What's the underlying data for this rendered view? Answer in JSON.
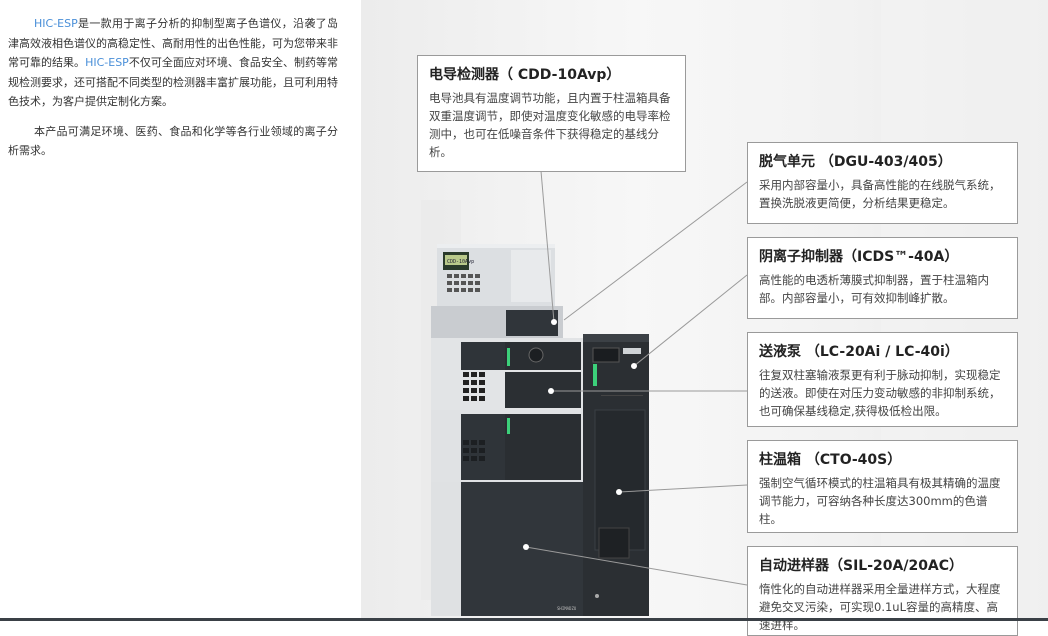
{
  "intro": {
    "p1_brand": "HIC-ESP",
    "p1_a": "是一款用于离子分析的抑制型离子色谱仪，沿袭了岛津高效液相色谱仪的高稳定性、高耐用性的出色性能，可为您带来非常可靠的结果。",
    "p1_brand2": "HIC-ESP",
    "p1_b": "不仅可全面应对环境、食品安全、制药等常规检测要求，还可搭配不同类型的检测器丰富扩展功能，且可利用特色技术，为客户提供定制化方案。",
    "p2": "本产品可满足环境、医药、食品和化学等各行业领域的离子分析需求。"
  },
  "callouts": [
    {
      "title": "电导检测器（ CDD-10Avp）",
      "desc": "电导池具有温度调节功能，且内置于柱温箱具备双重温度调节，即使对温度变化敏感的电导率检测中，也可在低噪音条件下获得稳定的基线分析。"
    },
    {
      "title": "脱气单元 （DGU-403/405）",
      "desc": "采用内部容量小，具备高性能的在线脱气系统，置换洗脱液更简便，分析结果更稳定。"
    },
    {
      "title": "阴离子抑制器（ICDS™-40A）",
      "desc": "高性能的电透析薄膜式抑制器，置于柱温箱内部。内部容量小，可有效抑制峰扩散。"
    },
    {
      "title": "送液泵 （LC-20Ai / LC-40i）",
      "desc": "往复双柱塞输液泵更有利于脉动抑制，实现稳定的送液。即使在对压力变动敏感的非抑制系统，也可确保基线稳定,获得极低检出限。"
    },
    {
      "title": "柱温箱 （CTO-40S）",
      "desc": "强制空气循环模式的柱温箱具有极其精确的温度调节能力，可容纳各种长度达300mm的色谱柱。"
    },
    {
      "title": "自动进样器（SIL-20A/20AC）",
      "desc": "惰性化的自动进样器采用全量进样方式，大程度避免交叉污染，可实现0.1uL容量的高精度、高速进样。"
    }
  ],
  "instrument": {
    "display_text": "CDD-10Avp",
    "brand_mark": "SHIMADZU"
  },
  "colors": {
    "brand_link": "#4a8fd8",
    "instrument_dark": "#2e3338",
    "instrument_light": "#dfe1e3"
  }
}
